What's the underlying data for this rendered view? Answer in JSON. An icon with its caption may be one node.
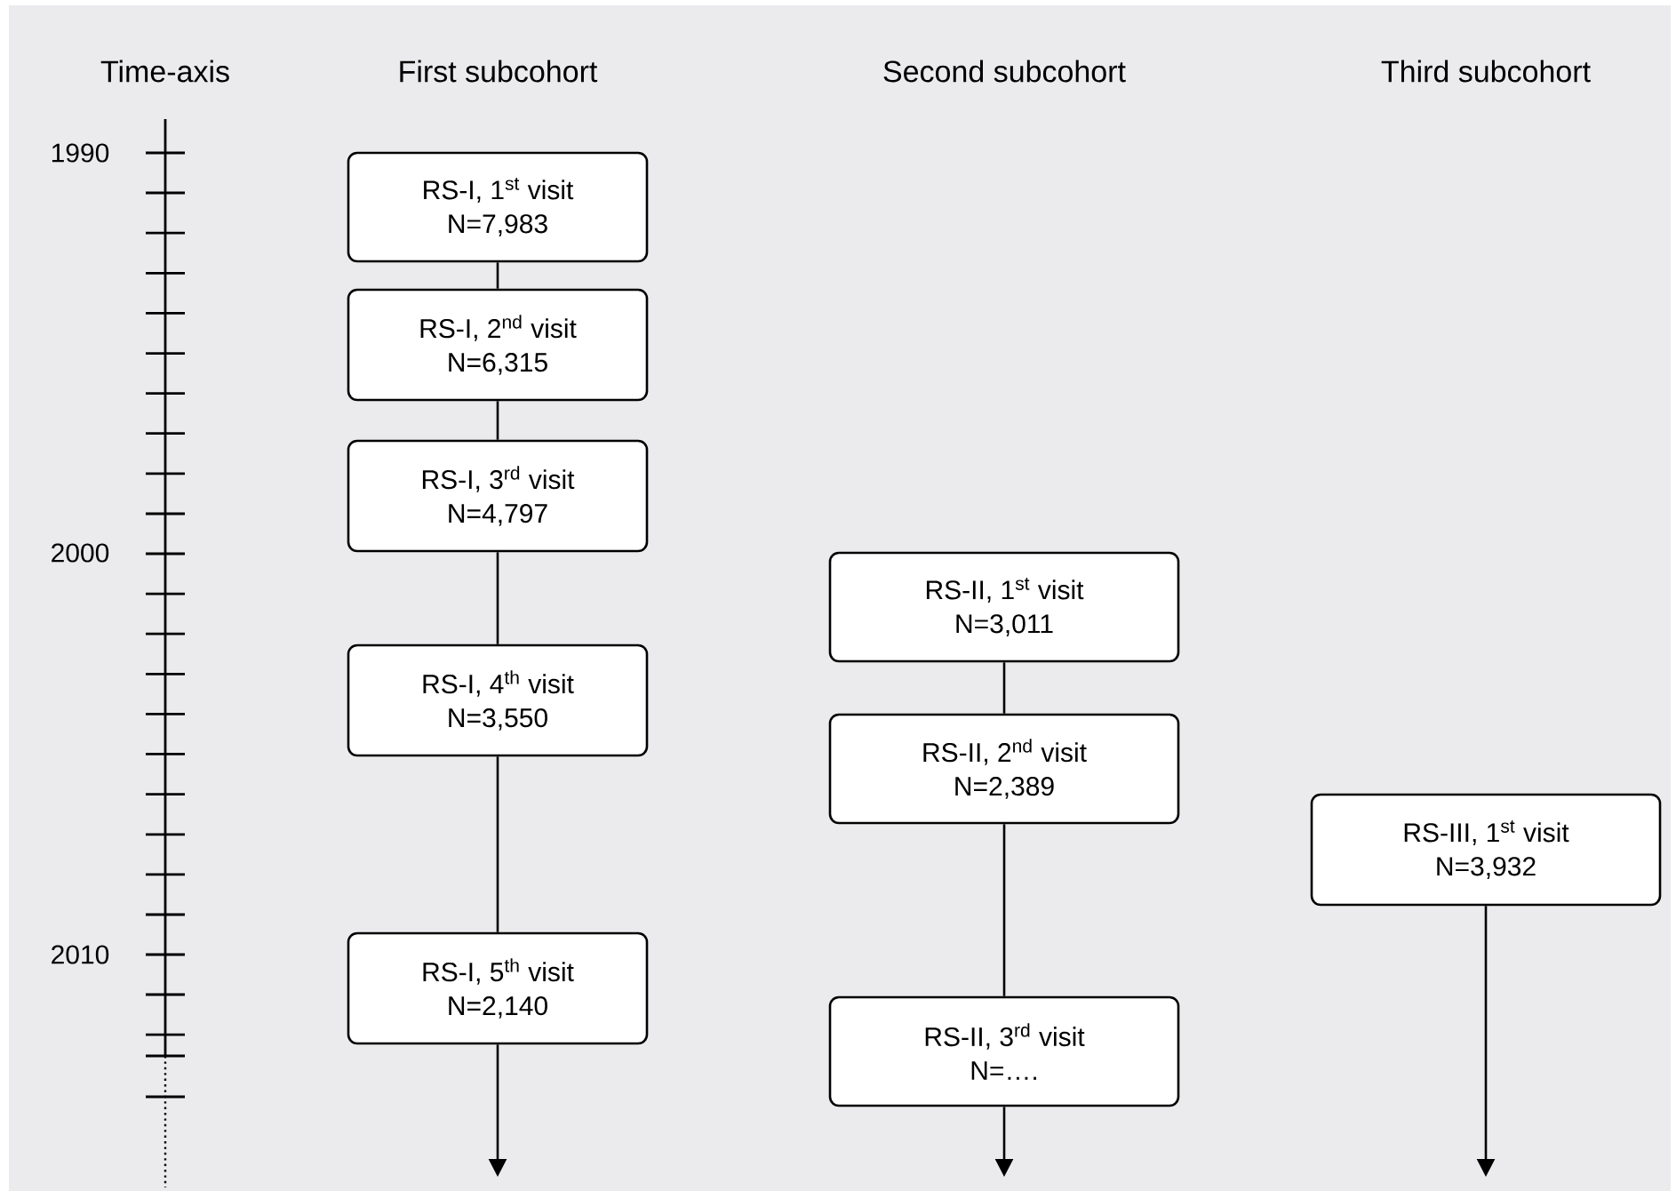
{
  "diagram": {
    "nodes": [
      {
        "text": [
          "RS-I, 1$^{st}$ visit",
          "N=7,983"
        ]
      },
      {
        "text": [
          "RS-I, 2$^{nd}$ visit",
          "N=6,315"
        ]
      },
      {
        "text": [
          "RS-I, 3$^{rd}$ visit",
          "N=4,797"
        ]
      },
      {
        "text": [
          "RS-I, 4$^{th}$ visit",
          "N=3,550"
        ]
      },
      {
        "text": [
          "RS-I, 5$^{th}$ visit",
          "N=2,140"
        ]
      },
      {
        "text": [
          "RS-II, 1$^{st}$ visit",
          "N=3,011"
        ]
      },
      {
        "text": [
          "RS-II, 2$^{nd}$ visit",
          "N=2,389"
        ]
      },
      {
        "text": [
          "RS-II, 3$^{rd}$ visit",
          "N=…."
        ]
      },
      {
        "text": [
          "RS-III, 1$^{st}$ visit",
          "N=3,932"
        ]
      }
    ],
    "edges": [
      {
        "from": 0,
        "to": 1,
        "arrow": "none"
      },
      {
        "from": 1,
        "to": 2,
        "arrow": "none"
      },
      {
        "from": 2,
        "to": 3,
        "arrow": "none"
      },
      {
        "from": 3,
        "to": 4,
        "arrow": "none"
      },
      {
        "from": 4,
        "to": null,
        "arrow": "to"
      },
      {
        "from": 5,
        "to": 6,
        "arrow": "none"
      },
      {
        "from": 6,
        "to": 7,
        "arrow": "none"
      },
      {
        "from": 7,
        "to": null,
        "arrow": "to"
      },
      {
        "from": 8,
        "to": null,
        "arrow": "to"
      }
    ],
    "labels": [
      "Time-axis",
      "First subcohort",
      "Second subcohort",
      "Third subcohort",
      "1990",
      "2000",
      "2010"
    ]
  }
}
